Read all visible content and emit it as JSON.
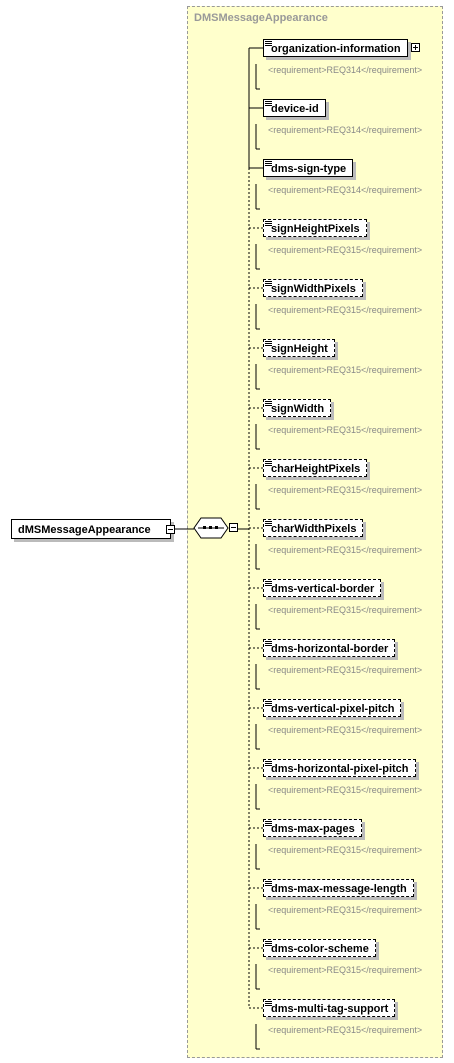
{
  "group_title": "DMSMessageAppearance",
  "root_element": "dMSMessageAppearance",
  "compositor": "sequence",
  "elements": [
    {
      "name": "organization-information",
      "optional": false,
      "expandable": true,
      "annotation": "<requirement>REQ314</requirement>"
    },
    {
      "name": "device-id",
      "optional": false,
      "expandable": false,
      "annotation": "<requirement>REQ314</requirement>"
    },
    {
      "name": "dms-sign-type",
      "optional": false,
      "expandable": false,
      "annotation": "<requirement>REQ314</requirement>"
    },
    {
      "name": "signHeightPixels",
      "optional": true,
      "expandable": false,
      "annotation": "<requirement>REQ315</requirement>"
    },
    {
      "name": "signWidthPixels",
      "optional": true,
      "expandable": false,
      "annotation": "<requirement>REQ315</requirement>"
    },
    {
      "name": "signHeight",
      "optional": true,
      "expandable": false,
      "annotation": "<requirement>REQ315</requirement>"
    },
    {
      "name": "signWidth",
      "optional": true,
      "expandable": false,
      "annotation": "<requirement>REQ315</requirement>"
    },
    {
      "name": "charHeightPixels",
      "optional": true,
      "expandable": false,
      "annotation": "<requirement>REQ315</requirement>"
    },
    {
      "name": "charWidthPixels",
      "optional": true,
      "expandable": false,
      "annotation": "<requirement>REQ315</requirement>"
    },
    {
      "name": "dms-vertical-border",
      "optional": true,
      "expandable": false,
      "annotation": "<requirement>REQ315</requirement>"
    },
    {
      "name": "dms-horizontal-border",
      "optional": true,
      "expandable": false,
      "annotation": "<requirement>REQ315</requirement>"
    },
    {
      "name": "dms-vertical-pixel-pitch",
      "optional": true,
      "expandable": false,
      "annotation": "<requirement>REQ315</requirement>"
    },
    {
      "name": "dms-horizontal-pixel-pitch",
      "optional": true,
      "expandable": false,
      "annotation": "<requirement>REQ315</requirement>"
    },
    {
      "name": "dms-max-pages",
      "optional": true,
      "expandable": false,
      "annotation": "<requirement>REQ315</requirement>"
    },
    {
      "name": "dms-max-message-length",
      "optional": true,
      "expandable": false,
      "annotation": "<requirement>REQ315</requirement>"
    },
    {
      "name": "dms-color-scheme",
      "optional": true,
      "expandable": false,
      "annotation": "<requirement>REQ315</requirement>"
    },
    {
      "name": "dms-multi-tag-support",
      "optional": true,
      "expandable": false,
      "annotation": "<requirement>REQ315</requirement>"
    }
  ]
}
